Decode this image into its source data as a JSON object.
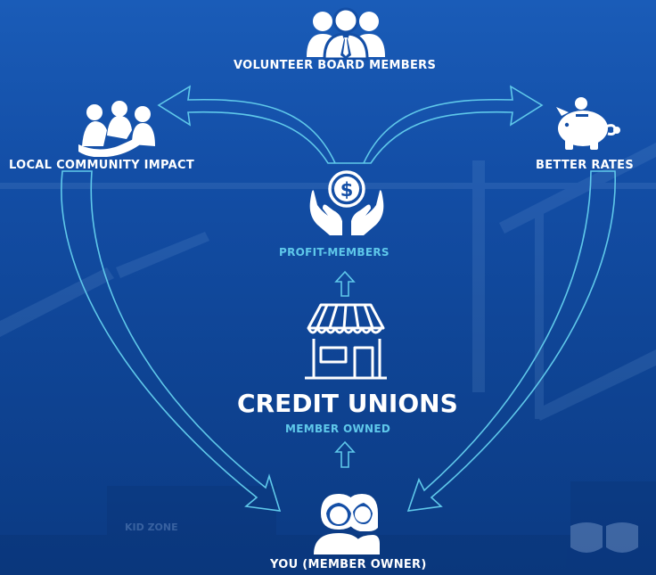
{
  "nodes": {
    "board": "VOLUNTEER BOARD MEMBERS",
    "community": "LOCAL COMMUNITY IMPACT",
    "rates": "BETTER RATES",
    "profit": "PROFIT-MEMBERS",
    "credit_unions": "CREDIT UNIONS",
    "member_owned": "MEMBER OWNED",
    "you": "YOU (MEMBER OWNER)"
  },
  "background_sign": "KID ZONE",
  "colors": {
    "background": "#134ea6",
    "arrow_outline": "#5fc8ea",
    "label_white": "#ffffff",
    "label_cyan": "#5fc8ea"
  }
}
